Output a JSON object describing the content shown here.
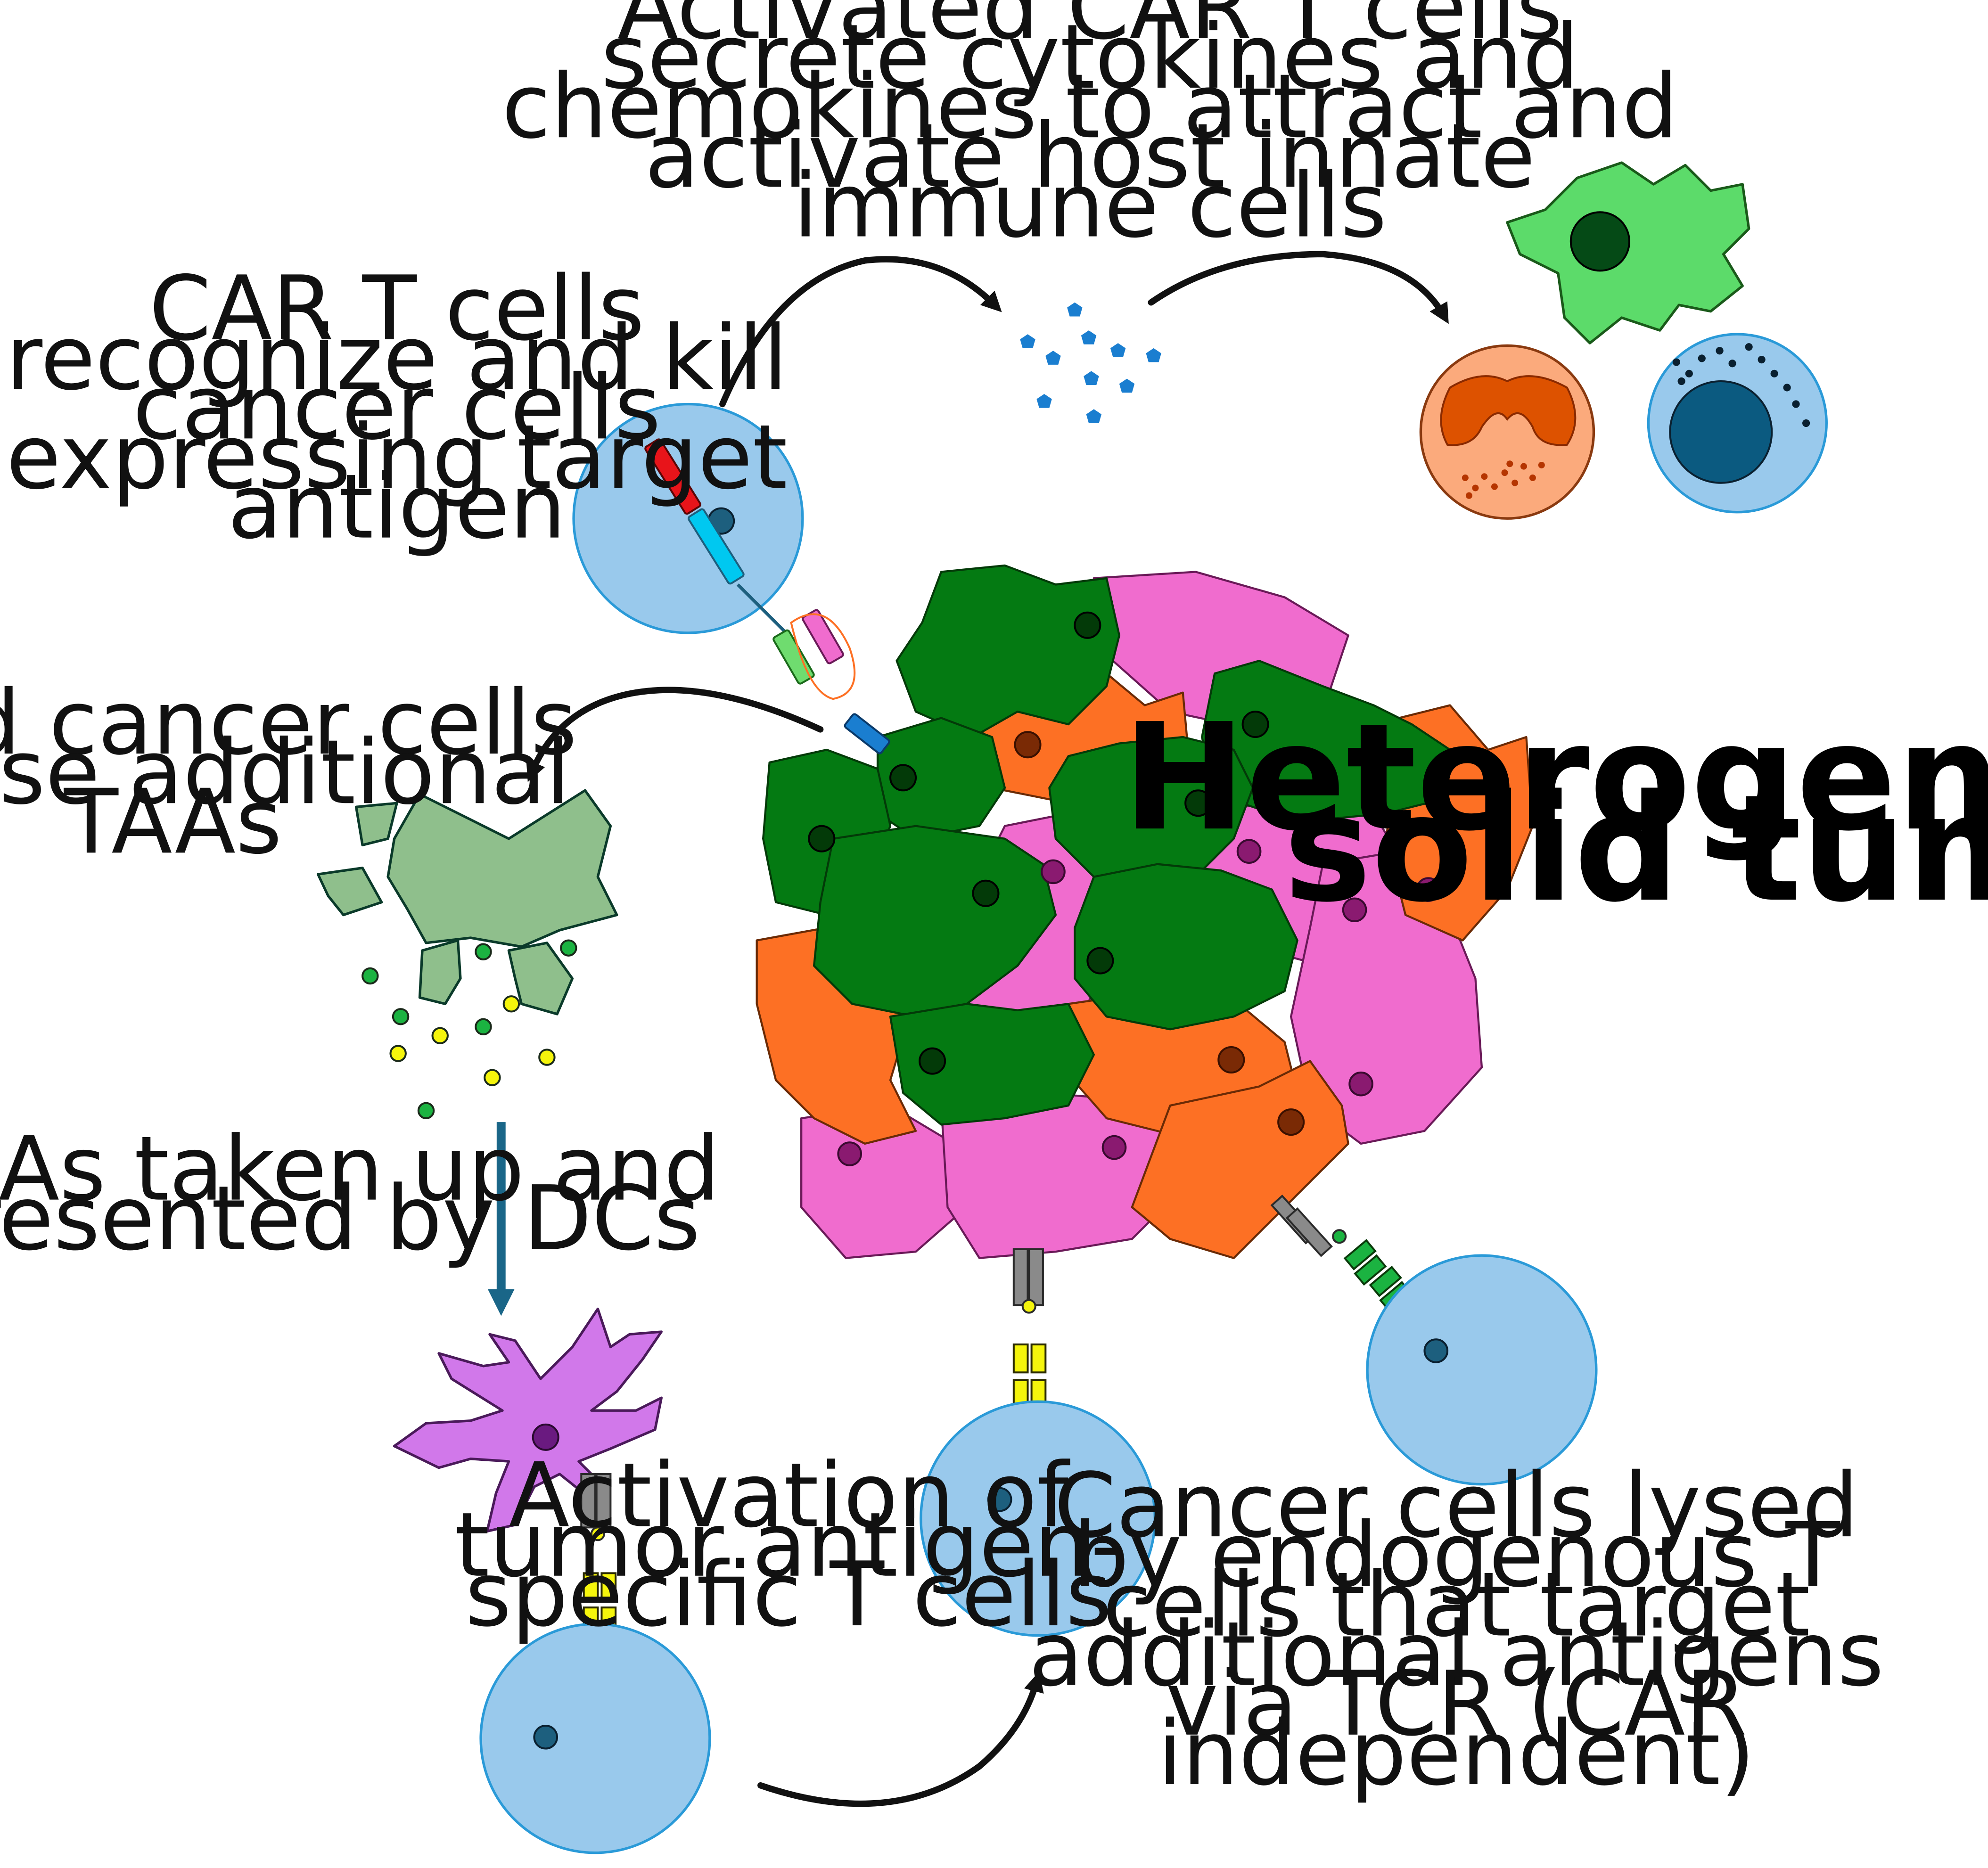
{
  "labels": {
    "tumor_title": [
      "Heterogeneous",
      "solid tumor"
    ],
    "car_kill": [
      "CAR T cells",
      "recognize and kill",
      "cancer cells",
      "expressing target",
      "antigen"
    ],
    "cytokines": [
      "Activated CAR T cells",
      "secrete cytokines and",
      "chemokines to attract and",
      "activate host innate",
      "immune cells"
    ],
    "lysed": [
      "Lysed cancer cells",
      "release additional",
      "TAAs"
    ],
    "dc_uptake": [
      "TAAs taken up and",
      "presented by DCs"
    ],
    "activation": [
      "Activation of",
      "tumor antigen-",
      "specific T cells"
    ],
    "endogenous": [
      "Cancer cells lysed",
      "by endogenous T",
      "cells that target",
      "additional antigens",
      "via TCR (CAR",
      "independent)"
    ]
  },
  "colors": {
    "t_cell": "#99c9ec",
    "t_cell_stroke": "#2a9ad8",
    "nucleus": "#1d5f7e",
    "tumor_green": "#047a12",
    "tumor_pink": "#f06cce",
    "tumor_orange": "#fd7024",
    "macrophage": "#5cdb6a",
    "neutrophil": "#fbaa7c",
    "dendritic": "#d178ea",
    "debris": "#8fbf8c",
    "antigen_yellow": "#f5f50c",
    "antigen_green": "#1bb341",
    "cytokine": "#1a7ed0",
    "arrow": "#111111",
    "arrow_blue": "#1a6688"
  }
}
